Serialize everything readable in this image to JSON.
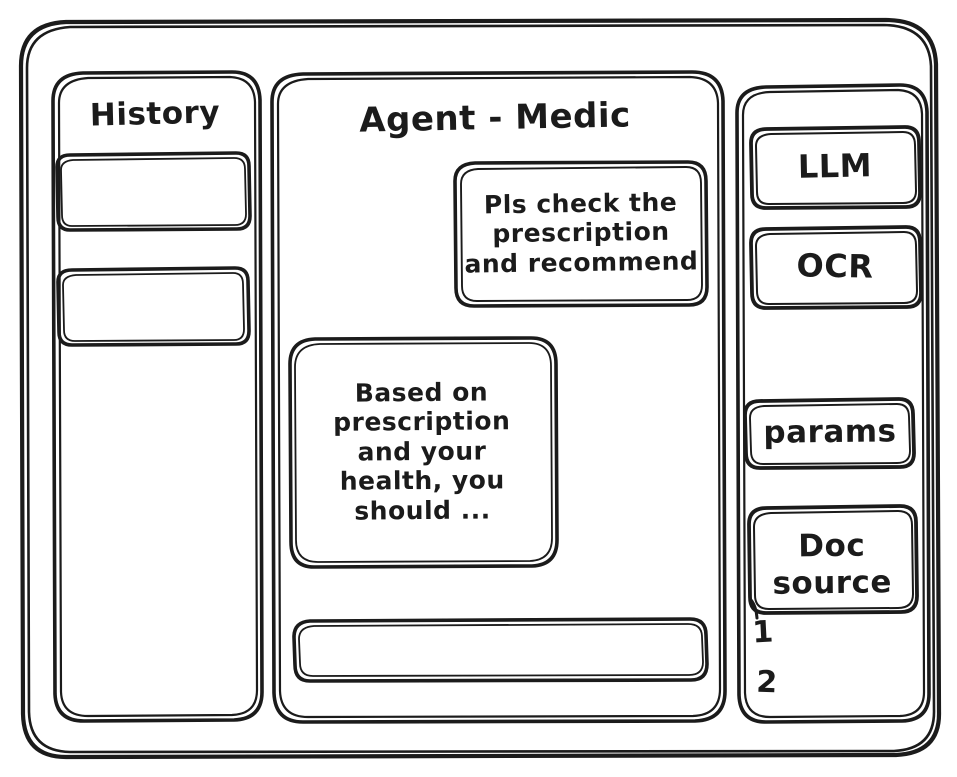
{
  "window": {
    "title_bar": "",
    "style": "hand-drawn-wireframe"
  },
  "colors": {
    "ink": "#1b1b1b",
    "background": "#ffffff"
  },
  "sidebar": {
    "title": "History",
    "items": [
      {
        "label": ""
      },
      {
        "label": ""
      }
    ]
  },
  "main": {
    "title": "Agent - Medic",
    "messages": [
      {
        "role": "user",
        "align": "right",
        "text": "Pls check the\nprescription\nand recommend"
      },
      {
        "role": "assistant",
        "align": "left",
        "text": "Based on\nprescription\nand your\nhealth, you\nshould ..."
      }
    ],
    "composer": {
      "value": "",
      "placeholder": ""
    }
  },
  "right_panel": {
    "buttons": [
      {
        "label": "LLM"
      },
      {
        "label": "OCR"
      },
      {
        "label": "params"
      }
    ],
    "doc_source": {
      "label": "Doc\nsource",
      "items": [
        {
          "label": "1"
        },
        {
          "label": "2"
        }
      ]
    }
  }
}
